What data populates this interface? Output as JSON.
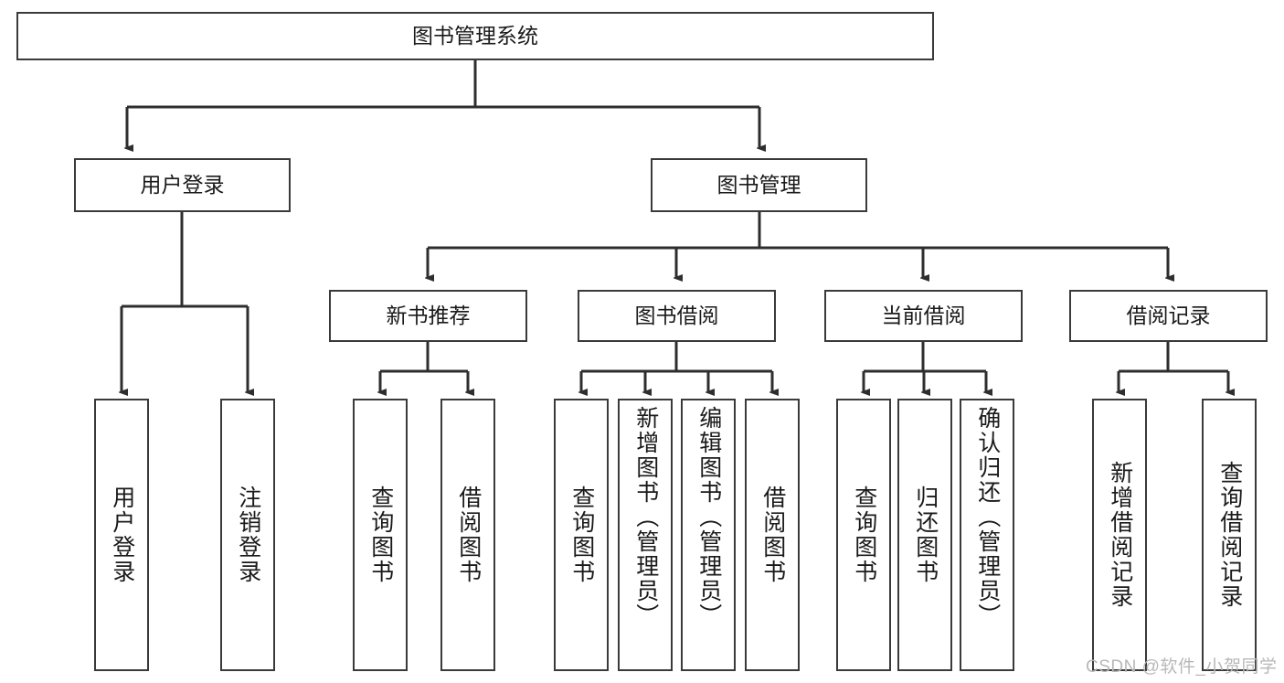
{
  "diagram": {
    "type": "tree-hierarchy",
    "title": "图书管理系统功能结构图",
    "background_color": "#ffffff",
    "box_border_color": "#3a3a3a",
    "text_color": "#1a1a1a",
    "root": {
      "id": "root",
      "label": "图书管理系统",
      "orientation": "horizontal"
    },
    "level1": [
      {
        "id": "user-login",
        "label": "用户登录",
        "orientation": "horizontal"
      },
      {
        "id": "book-manage",
        "label": "图书管理",
        "orientation": "horizontal"
      }
    ],
    "level2": [
      {
        "id": "new-book-recommend",
        "label": "新书推荐",
        "orientation": "horizontal",
        "parent": "book-manage"
      },
      {
        "id": "book-borrow",
        "label": "图书借阅",
        "orientation": "horizontal",
        "parent": "book-manage"
      },
      {
        "id": "current-borrow",
        "label": "当前借阅",
        "orientation": "horizontal",
        "parent": "book-manage"
      },
      {
        "id": "borrow-record",
        "label": "借阅记录",
        "orientation": "horizontal",
        "parent": "book-manage"
      }
    ],
    "leaves": {
      "user-login": [
        {
          "id": "leaf-user-login",
          "label": "用户登录",
          "align": "mid"
        },
        {
          "id": "leaf-user-logout",
          "label": "注销登录",
          "align": "mid"
        }
      ],
      "new-book-recommend": [
        {
          "id": "leaf-query-book-1",
          "label": "查询图书",
          "align": "mid"
        },
        {
          "id": "leaf-borrow-book-1",
          "label": "借阅图书",
          "align": "mid"
        }
      ],
      "book-borrow": [
        {
          "id": "leaf-query-book-2",
          "label": "查询图书",
          "align": "mid"
        },
        {
          "id": "leaf-add-book",
          "label": "新增图书（管理员）",
          "align": "top"
        },
        {
          "id": "leaf-edit-book",
          "label": "编辑图书（管理员）",
          "align": "top"
        },
        {
          "id": "leaf-borrow-book-2",
          "label": "借阅图书",
          "align": "mid"
        }
      ],
      "current-borrow": [
        {
          "id": "leaf-query-book-3",
          "label": "查询图书",
          "align": "mid"
        },
        {
          "id": "leaf-return-book",
          "label": "归还图书",
          "align": "mid"
        },
        {
          "id": "leaf-confirm-return",
          "label": "确认归还（管理员）",
          "align": "top"
        }
      ],
      "borrow-record": [
        {
          "id": "leaf-add-record",
          "label": "新增借阅记录",
          "align": "mid"
        },
        {
          "id": "leaf-query-record",
          "label": "查询借阅记录",
          "align": "mid"
        }
      ]
    }
  },
  "watermark": {
    "text": "CSDN @软件_小贺同学",
    "color": "#b8b8b8"
  }
}
